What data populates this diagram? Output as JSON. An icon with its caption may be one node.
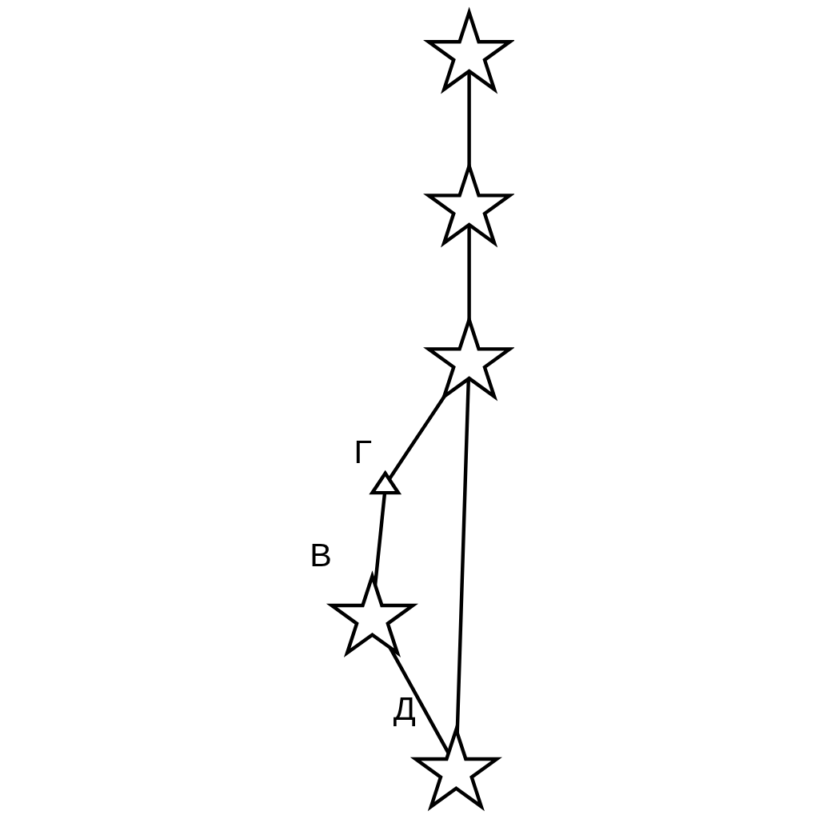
{
  "diagram": {
    "nodes": [
      {
        "text": [],
        "shape": "star"
      },
      {
        "text": [],
        "shape": "star"
      },
      {
        "text": [],
        "shape": "star"
      },
      {
        "text": [],
        "shape": "triangle",
        "beside": [
          "Г"
        ]
      },
      {
        "text": [],
        "shape": "star",
        "beside": [
          "В"
        ]
      },
      {
        "text": [],
        "shape": "star",
        "beside": [
          "Д"
        ]
      }
    ],
    "edges": [
      {
        "from": 0,
        "to": 1,
        "arrow": "none"
      },
      {
        "from": 1,
        "to": 2,
        "arrow": "none"
      },
      {
        "from": 2,
        "to": 3,
        "arrow": "none"
      },
      {
        "from": 3,
        "to": 4,
        "arrow": "none"
      },
      {
        "from": 4,
        "to": 5,
        "arrow": "none"
      },
      {
        "from": 5,
        "to": 2,
        "arrow": "none"
      }
    ]
  }
}
